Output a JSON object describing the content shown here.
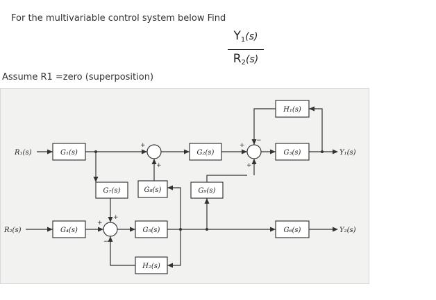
{
  "question": {
    "prompt": "For the multivariable control system below Find",
    "fraction": {
      "numerator_letter": "Y",
      "numerator_sub": "1",
      "denominator_letter": "R",
      "denominator_sub": "2",
      "argument": "(s)"
    },
    "assumption": "Assume R1  =zero (superposition)"
  },
  "diagram": {
    "blocks": {
      "G1": "G₁(s)",
      "G2": "G₂(s)",
      "G3": "G₃(s)",
      "G4": "G₄(s)",
      "G5": "G₅(s)",
      "G6": "G₆(s)",
      "G7": "G₇(s)",
      "G8": "G₈(s)",
      "G9": "G₉(s)",
      "H1": "H₁(s)",
      "H2": "H₂(s)"
    },
    "signals": {
      "R1": "R₁(s)",
      "R2": "R₂(s)",
      "Y1": "Y₁(s)",
      "Y2": "Y₂(s)"
    },
    "signs": {
      "plus": "+",
      "minus": "−"
    }
  }
}
